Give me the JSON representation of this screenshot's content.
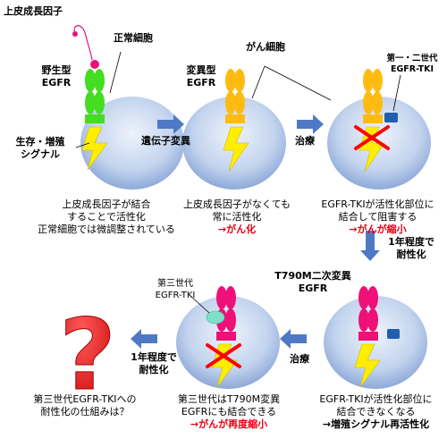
{
  "labels": {
    "egf_title": "上皮成長因子",
    "normal_cell": "正常細胞",
    "wild_type_line1": "野生型",
    "wild_type_line2": "EGFR",
    "survival_line1": "生存・増殖",
    "survival_line2": "シグナル",
    "cancer_cell": "がん細胞",
    "mutant_line1": "変異型",
    "mutant_line2": "EGFR",
    "gene_mutation": "遺伝子変異",
    "treatment_top": "治療",
    "tki12_line1": "第一・二世代",
    "tki12_line2": "EGFR-TKI",
    "resistance_top_line1": "1年程度で",
    "resistance_top_line2": "耐性化",
    "t790m_line1": "T790M二次変異",
    "t790m_line2": "EGFR",
    "tki3_line1": "第三世代",
    "tki3_line2": "EGFR-TKI",
    "treatment_bottom": "治療",
    "resistance_bottom_line1": "1年程度で",
    "resistance_bottom_line2": "耐性化"
  },
  "captions": {
    "cap1_line1": "上皮成長因子が結合",
    "cap1_line2": "することで活性化",
    "cap1_line3": "正常細胞では微調整されている",
    "cap2_line1": "上皮成長因子がなくても",
    "cap2_line2": "常に活性化",
    "cap2_result": "→がん化",
    "cap3_line1": "EGFR-TKIが活性化部位に",
    "cap3_line2": "結合して阻害する",
    "cap3_result": "→がんが縮小",
    "cap4_line1": "EGFR-TKIが活性化部位に",
    "cap4_line2": "結合できなくなる",
    "cap4_result": "→増殖シグナル再活性化",
    "cap5_line1": "第三世代はT790M変異",
    "cap5_line2": "EGFRにも結合できる",
    "cap5_result": "→がんが再度縮小",
    "cap6_line1": "第三世代EGFR-TKIへの",
    "cap6_line2": "耐性化の仕組みは？"
  },
  "question_mark": "?",
  "colors": {
    "cell_fill_center": "#e6edf8",
    "cell_fill_edge": "#8aa6d6",
    "wild_egfr": "#44dd22",
    "mutant_egfr": "#ffbb11",
    "t790m_egfr": "#ee1177",
    "egf_ligand": "#e8127a",
    "lightning": "#ffee00",
    "arrow": "#4f79c4",
    "inhibit_x": "#ff0000",
    "tki12": "#1f5fae",
    "tki3": "#7fe0c8",
    "accent_red": "#e60012",
    "question_red": "#e00000"
  }
}
